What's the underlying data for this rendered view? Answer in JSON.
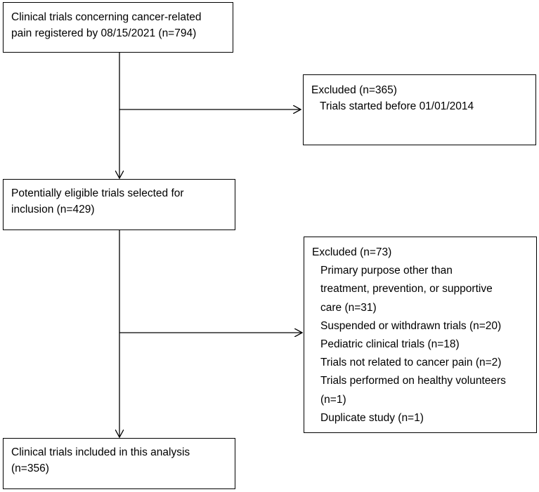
{
  "boxes": {
    "registered": {
      "lines": [
        "Clinical trials concerning cancer-related",
        "pain registered by 08/15/2021 (n=794)"
      ]
    },
    "excluded_1": {
      "title": "Excluded (n=365)",
      "items": [
        "Trials started before 01/01/2014"
      ]
    },
    "eligible": {
      "lines": [
        "Potentially eligible trials selected for",
        "inclusion (n=429)"
      ]
    },
    "excluded_2": {
      "title": "Excluded (n=73)",
      "items": [
        "Primary purpose other than",
        "treatment, prevention, or supportive",
        "care (n=31)",
        "Suspended or withdrawn trials (n=20)",
        "Pediatric clinical trials (n=18)",
        "Trials not related to cancer pain (n=2)",
        "Trials performed on healthy volunteers",
        "(n=1)",
        "Duplicate study (n=1)"
      ]
    },
    "included": {
      "lines": [
        "Clinical trials included in this analysis",
        "(n=356)"
      ]
    }
  }
}
